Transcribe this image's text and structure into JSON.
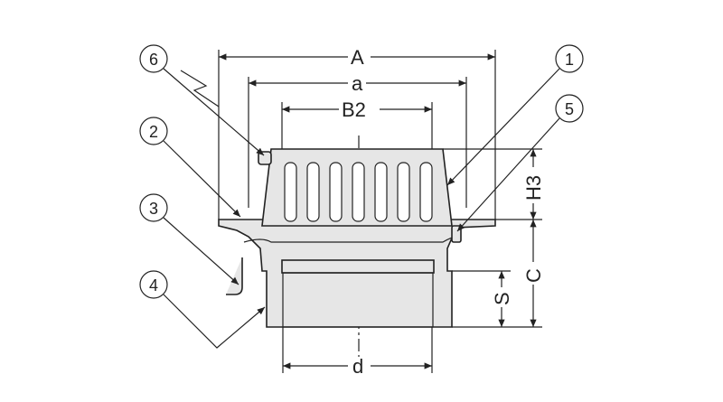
{
  "dimensions": {
    "A": "A",
    "a": "a",
    "B2": "B2",
    "H3": "H3",
    "C": "C",
    "S": "S",
    "d": "d"
  },
  "callouts": [
    "6",
    "1",
    "2",
    "5",
    "3",
    "4"
  ]
}
